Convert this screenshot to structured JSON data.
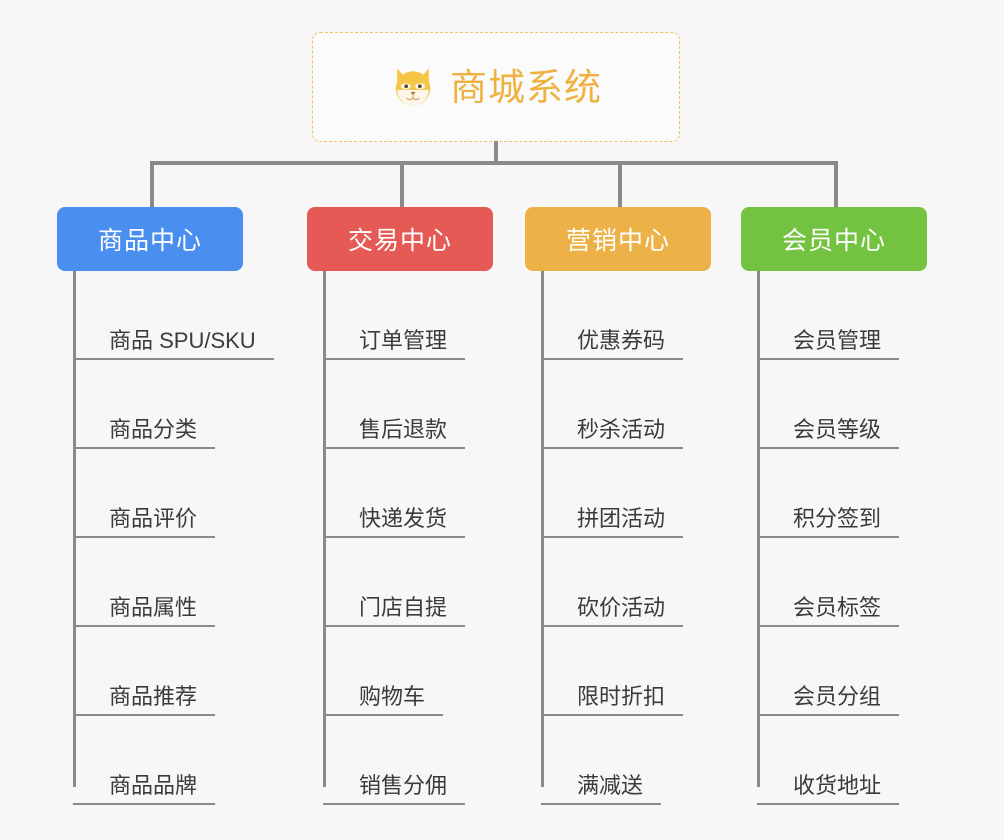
{
  "root": {
    "title": "商城系统",
    "icon": "dog-face-icon",
    "accent_color": "#eeb241",
    "border_color": "#f2c066"
  },
  "branches": [
    {
      "label": "商品中心",
      "color": "#4a8ef0",
      "items": [
        "商品 SPU/SKU",
        "商品分类",
        "商品评价",
        "商品属性",
        "商品推荐",
        "商品品牌"
      ]
    },
    {
      "label": "交易中心",
      "color": "#e65a55",
      "items": [
        "订单管理",
        "售后退款",
        "快递发货",
        "门店自提",
        "购物车",
        "销售分佣"
      ]
    },
    {
      "label": "营销中心",
      "color": "#edb247",
      "items": [
        "优惠券码",
        "秒杀活动",
        "拼团活动",
        "砍价活动",
        "限时折扣",
        "满减送"
      ]
    },
    {
      "label": "会员中心",
      "color": "#73c341",
      "items": [
        "会员管理",
        "会员等级",
        "积分签到",
        "会员标签",
        "会员分组",
        "收货地址"
      ]
    }
  ],
  "canvas": {
    "background_color": "#f7f7f7",
    "connector_color": "#8a8a8a"
  }
}
